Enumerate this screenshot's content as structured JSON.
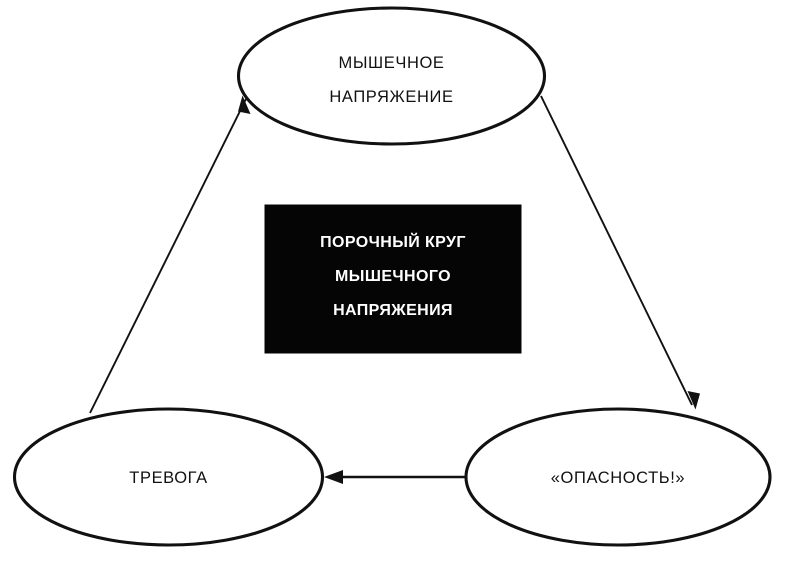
{
  "diagram": {
    "title": "Порочный круг мышечного напряжения",
    "type": "cycle-diagram",
    "background_color": "#ffffff",
    "stroke_color": "#111111",
    "caption_box": {
      "background_color": "#050505",
      "text_color": "#ffffff",
      "lines": [
        "ПОРОЧНЫЙ КРУГ",
        "МЫШЕЧНОГО",
        "НАПРЯЖЕНИЯ"
      ]
    },
    "nodes": [
      {
        "id": "muscle-tension",
        "lines": [
          "МЫШЕЧНОЕ",
          "НАПРЯЖЕНИЕ"
        ],
        "position": "top"
      },
      {
        "id": "anxiety",
        "lines": [
          "ТРЕВОГА"
        ],
        "position": "bottom-left"
      },
      {
        "id": "danger",
        "lines": [
          "«ОПАСНОСТЬ!»"
        ],
        "position": "bottom-right"
      }
    ],
    "edges": [
      {
        "id": "anxiety-to-muscle-tension",
        "from": "anxiety",
        "to": "muscle-tension",
        "direction": "up-right"
      },
      {
        "id": "muscle-tension-to-danger",
        "from": "muscle-tension",
        "to": "danger",
        "direction": "down-right"
      },
      {
        "id": "danger-to-anxiety",
        "from": "danger",
        "to": "anxiety",
        "direction": "left"
      }
    ]
  }
}
